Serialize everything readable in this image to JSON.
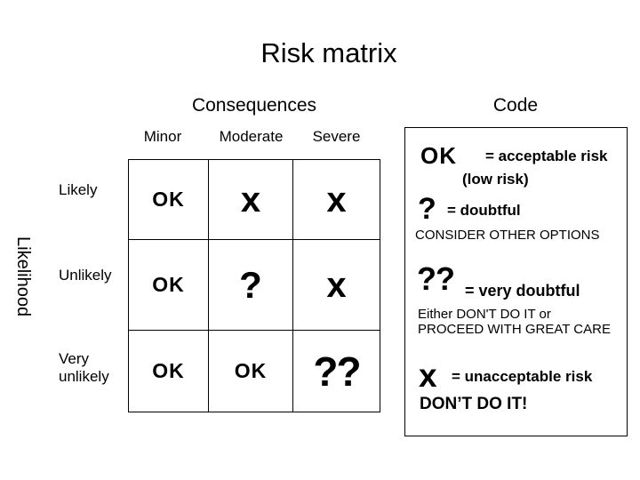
{
  "title": "Risk matrix",
  "matrix": {
    "consequences_label": "Consequences",
    "likelihood_label": "Likelihood",
    "columns": [
      "Minor",
      "Moderate",
      "Severe"
    ],
    "rows": [
      {
        "label": "Likely",
        "cells": [
          "OK",
          "x",
          "x"
        ]
      },
      {
        "label": "Unlikely",
        "cells": [
          "OK",
          "?",
          "x"
        ]
      },
      {
        "label": "Very unlikely",
        "cells": [
          "OK",
          "OK",
          "??"
        ]
      }
    ]
  },
  "legend": {
    "title": "Code",
    "entries": [
      {
        "symbol": "OK",
        "meaning": "= acceptable risk",
        "sub": "(low risk)"
      },
      {
        "symbol": "?",
        "meaning": "= doubtful",
        "note": "CONSIDER OTHER OPTIONS"
      },
      {
        "symbol": "??",
        "meaning": "= very doubtful",
        "note_line1": "Either DON'T DO IT or",
        "note_line2": "PROCEED WITH GREAT CARE"
      },
      {
        "symbol": "x",
        "meaning": "= unacceptable risk",
        "note": "DON’T DO IT!"
      }
    ]
  },
  "colors": {
    "background": "#ffffff",
    "text": "#000000",
    "border": "#000000"
  }
}
